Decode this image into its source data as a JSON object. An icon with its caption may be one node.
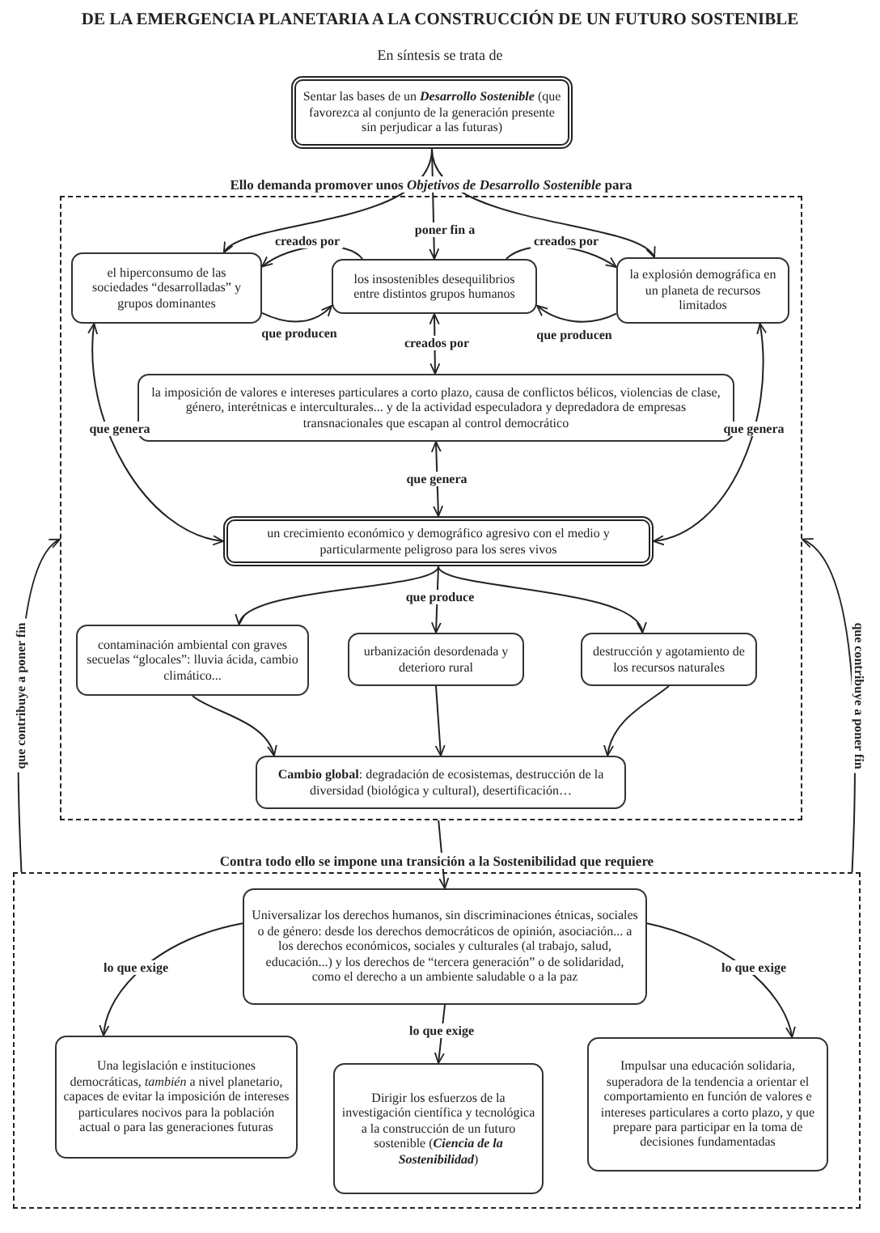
{
  "diagram": {
    "title": "DE LA EMERGENCIA PLANETARIA A LA CONSTRUCCIÓN DE UN FUTURO SOSTENIBLE",
    "nodes": [
      {
        "text": [
          "Sentar las bases de un *Desarrollo Sostenible* (que favorezca al conjunto de la generación presente sin perjudicar a las futuras)"
        ]
      },
      {
        "text": [
          "Ello demanda promover unos *Objetivos de Desarrollo Sostenible* para"
        ]
      },
      {
        "text": [
          "el hiperconsumo de las sociedades “desarrolladas” y grupos dominantes"
        ],
        "in": 1
      },
      {
        "text": [
          "los insostenibles desequilibrios entre distintos grupos humanos"
        ],
        "in": 1
      },
      {
        "text": [
          "la explosión demográfica en un planeta de recursos limitados"
        ],
        "in": 1
      },
      {
        "text": [
          "la imposición de valores e intereses particulares a corto plazo, causa de conflictos bélicos, violencias de clase, género, interétnicas e interculturales... y de la actividad especuladora y depredadora de empresas transnacionales que escapan al control democrático"
        ],
        "in": 1
      },
      {
        "text": [
          "un crecimiento económico y demográfico agresivo con el medio y particularmente peligroso para los seres vivos"
        ],
        "in": 1
      },
      {
        "text": [
          "contaminación ambiental con graves secuelas “glocales”: lluvia ácida, cambio climático..."
        ],
        "in": 1
      },
      {
        "text": [
          "urbanización desordenada y deterioro rural"
        ],
        "in": 1
      },
      {
        "text": [
          "destrucción y agotamiento de los recursos naturales"
        ],
        "in": 1
      },
      {
        "text": [
          "**Cambio global**: degradación de ecosistemas, destrucción de la diversidad (biológica y cultural), desertificación…"
        ],
        "in": 1
      },
      {
        "text": [
          "Contra todo ello se impone una transición a la Sostenibilidad que requiere"
        ]
      },
      {
        "text": [
          "Universalizar los derechos humanos, sin discriminaciones étnicas, sociales o de género: desde los derechos democráticos de opinión, asociación... a los derechos económicos, sociales y culturales (al trabajo, salud, educación...) y los derechos de “tercera generación” o de solidaridad, como el derecho a un ambiente saludable o a la paz"
        ],
        "in": 11
      },
      {
        "text": [
          "Una legislación e instituciones democráticas, *también* a nivel planetario, capaces de evitar la imposición de intereses particulares nocivos para la población actual o para las generaciones futuras"
        ],
        "in": 11
      },
      {
        "text": [
          "Dirigir los esfuerzos de la investigación científica y tecnológica a la construcción de un futuro sostenible (*Ciencia de la Sostenibilidad*)"
        ],
        "in": 11
      },
      {
        "text": [
          "Impulsar una educación solidaria, superadora de la tendencia a orientar el comportamiento en función de valores e intereses particulares a corto plazo, y que prepare para participar en la toma de decisiones fundamentadas"
        ],
        "in": 11
      }
    ],
    "edges": [
      {
        "from": 0,
        "to": 2,
        "arrow": "to"
      },
      {
        "from": 0,
        "to": 3,
        "arrow": "to",
        "label": "poner fin a"
      },
      {
        "from": 0,
        "to": 4,
        "arrow": "to"
      },
      {
        "from": 3,
        "to": 2,
        "arrow": "to",
        "label": "creados por"
      },
      {
        "from": 2,
        "to": 3,
        "arrow": "to",
        "label": "que producen"
      },
      {
        "from": 3,
        "to": 4,
        "arrow": "to",
        "label": "creados por"
      },
      {
        "from": 4,
        "to": 3,
        "arrow": "to",
        "label": "que producen"
      },
      {
        "from": 3,
        "to": 5,
        "arrow": "both",
        "label": "creados por"
      },
      {
        "from": 5,
        "to": 6,
        "arrow": "both",
        "label": "que genera"
      },
      {
        "from": 2,
        "to": 6,
        "arrow": "both",
        "label": "que genera"
      },
      {
        "from": 4,
        "to": 6,
        "arrow": "both",
        "label": "que genera"
      },
      {
        "from": 6,
        "to": 7,
        "arrow": "to"
      },
      {
        "from": 6,
        "to": 8,
        "arrow": "to",
        "label": "que produce"
      },
      {
        "from": 6,
        "to": 9,
        "arrow": "to"
      },
      {
        "from": 7,
        "to": 10,
        "arrow": "to"
      },
      {
        "from": 8,
        "to": 10,
        "arrow": "to"
      },
      {
        "from": 9,
        "to": 10,
        "arrow": "to"
      },
      {
        "from": 1,
        "to": 12,
        "arrow": "to"
      },
      {
        "from": 12,
        "to": 13,
        "arrow": "to",
        "label": "lo que exige"
      },
      {
        "from": 12,
        "to": 14,
        "arrow": "to",
        "label": "lo que exige"
      },
      {
        "from": 12,
        "to": 15,
        "arrow": "to",
        "label": "lo que exige"
      },
      {
        "from": 11,
        "to": 1,
        "arrow": "to",
        "label": "que contribuye a poner fin"
      },
      {
        "from": 11,
        "to": 1,
        "arrow": "to",
        "label": "que contribuye a poner fin"
      }
    ],
    "labels": [
      "En síntesis se trata de"
    ]
  }
}
